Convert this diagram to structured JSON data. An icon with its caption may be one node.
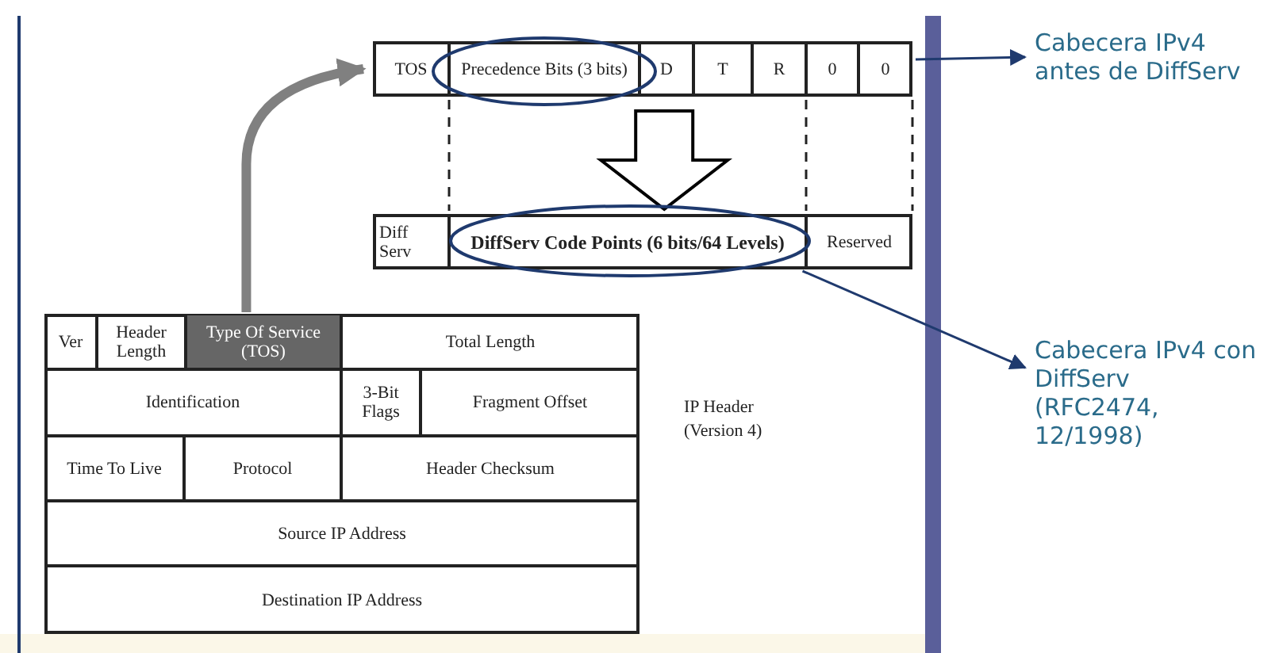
{
  "diagram": {
    "nodes": [
      {
        "text": [],
        "shape": "box"
      },
      {
        "text": [
          "TOS"
        ],
        "in": 0
      },
      {
        "text": [
          "Precedence Bits (3 bits)"
        ],
        "in": 0
      },
      {
        "text": [
          "D"
        ],
        "in": 0
      },
      {
        "text": [
          "T"
        ],
        "in": 0
      },
      {
        "text": [
          "R"
        ],
        "in": 0
      },
      {
        "text": [
          "0"
        ],
        "in": 0
      },
      {
        "text": [
          "0"
        ],
        "in": 0
      },
      {
        "text": [],
        "shape": "box"
      },
      {
        "text": [
          "Diff Serv"
        ],
        "in": 8
      },
      {
        "text": [
          "DiffServ Code Points (6 bits/64 Levels)"
        ],
        "in": 8
      },
      {
        "text": [
          "Reserved"
        ],
        "in": 8
      },
      {
        "text": [],
        "shape": "box",
        "beside": [
          "IP Header (Version 4)"
        ]
      },
      {
        "text": [
          "Ver"
        ],
        "in": 12
      },
      {
        "text": [
          "Header Length"
        ],
        "in": 12
      },
      {
        "text": [
          "Type Of Service (TOS)"
        ],
        "in": 12
      },
      {
        "text": [
          "Total Length"
        ],
        "in": 12
      },
      {
        "text": [
          "Identification"
        ],
        "in": 12
      },
      {
        "text": [
          "3-Bit Flags"
        ],
        "in": 12
      },
      {
        "text": [
          "Fragment Offset"
        ],
        "in": 12
      },
      {
        "text": [
          "Time To Live"
        ],
        "in": 12
      },
      {
        "text": [
          "Protocol"
        ],
        "in": 12
      },
      {
        "text": [
          "Header Checksum"
        ],
        "in": 12
      },
      {
        "text": [
          "Source IP Address"
        ],
        "in": 12
      },
      {
        "text": [
          "Destination IP Address"
        ],
        "in": 12
      },
      {
        "text": [
          "Cabecera IPv4 antes de DiffServ"
        ]
      },
      {
        "text": [
          "Cabecera IPv4 con DiffServ (RFC2474, 12/1998)"
        ]
      }
    ],
    "edges": [
      {
        "from": 15,
        "to": 0,
        "arrow": "to",
        "style": "thick",
        "color": "#808080"
      },
      {
        "from": 0,
        "to": 8,
        "arrow": "to",
        "style": "thick",
        "color": "#000000"
      },
      {
        "from": 0,
        "to": 25,
        "arrow": "to"
      },
      {
        "from": 10,
        "to": 26,
        "arrow": "to"
      }
    ]
  }
}
